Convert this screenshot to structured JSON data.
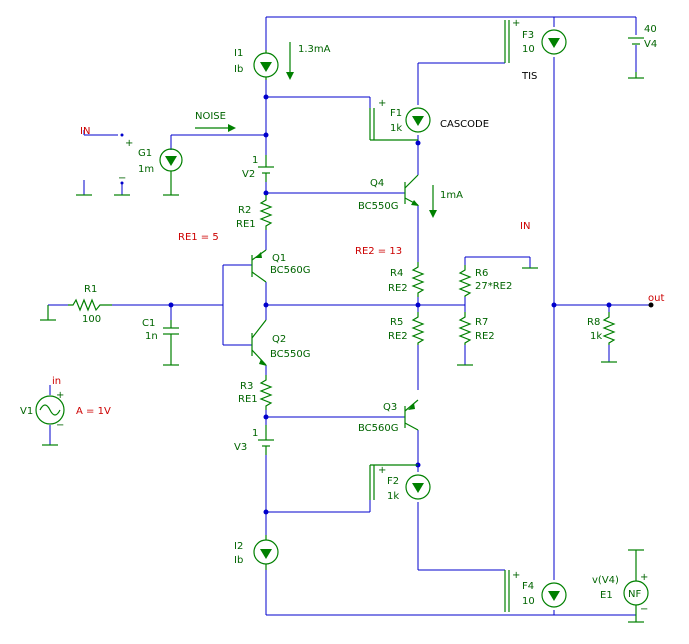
{
  "labels": {
    "I1_name": "I1",
    "I1_val": "Ib",
    "I1_cur": "1.3mA",
    "F1_name": "F1",
    "F1_val": "1k",
    "cascode": "CASCODE",
    "F3_name": "F3",
    "F3_val": "10",
    "tis": "TIS",
    "V4_val": "40",
    "V4_name": "V4",
    "in_top": "IN",
    "noise": "NOISE",
    "G1_name": "G1",
    "G1_val": "1m",
    "V2_name": "V2",
    "Q4_name": "Q4",
    "Q4_type": "BC550G",
    "Q4_cur": "1mA",
    "R2_name": "R2",
    "R2_val": "RE1",
    "RE1_eq": "RE1 = 5",
    "RE2_eq": "RE2 = 13",
    "in_right": "IN",
    "Q1_name": "Q1",
    "Q1_type": "BC560G",
    "R4_name": "R4",
    "R4_val": "RE2",
    "R6_name": "R6",
    "R6_val": "27*RE2",
    "R1_name": "R1",
    "R1_val": "100",
    "out": "out",
    "C1_name": "C1",
    "C1_val": "1n",
    "R5_name": "R5",
    "R5_val": "RE2",
    "R7_name": "R7",
    "R7_val": "RE2",
    "R8_name": "R8",
    "R8_val": "1k",
    "Q2_name": "Q2",
    "Q2_type": "BC550G",
    "in_small": "in",
    "V1_name": "V1",
    "A_eq": "A = 1V",
    "R3_name": "R3",
    "R3_val": "RE1",
    "Q3_name": "Q3",
    "Q3_type": "BC560G",
    "V3_name": "V3",
    "F2_name": "F2",
    "F2_val": "1k",
    "I2_name": "I2",
    "I2_val": "Ib",
    "F4_name": "F4",
    "F4_val": "10",
    "E1_name": "E1",
    "E1_expr": "v(V4)",
    "nf": "NF",
    "plus": "+",
    "minus": "−",
    "one": "1"
  }
}
